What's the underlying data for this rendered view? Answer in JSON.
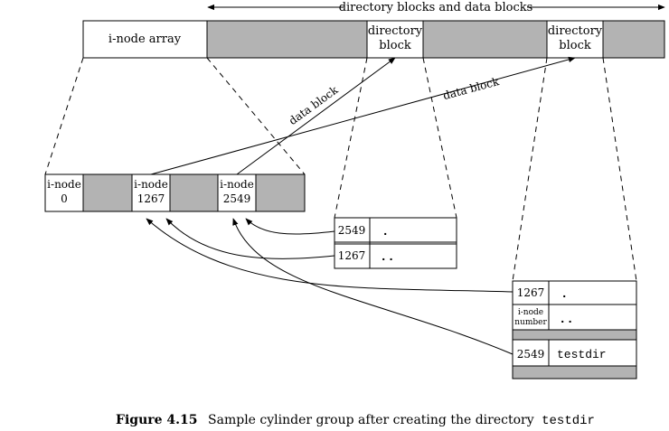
{
  "top_span_label": "directory blocks and data blocks",
  "top_row": {
    "inode_array_label": "i-node array",
    "directory_block_1": [
      "directory",
      "block"
    ],
    "directory_block_2": [
      "directory",
      "block"
    ]
  },
  "inode_row": {
    "inode0": [
      "i-node",
      "0"
    ],
    "inode1267": [
      "i-node",
      "1267"
    ],
    "inode2549": [
      "i-node",
      "2549"
    ]
  },
  "arrow_labels": {
    "data_block_1": "data block",
    "data_block_2": "data block"
  },
  "dir_block_a": {
    "entries": [
      {
        "inode": "2549",
        "name": "."
      },
      {
        "inode": "1267",
        "name": ".."
      }
    ]
  },
  "dir_block_b": {
    "entries": [
      {
        "inode": "1267",
        "name": "."
      },
      {
        "inode_label": [
          "i-node",
          "number"
        ],
        "name": ".."
      },
      {
        "inode": "2549",
        "name": "testdir"
      }
    ]
  },
  "caption": {
    "label": "Figure 4.15",
    "text": "Sample cylinder group after creating the directory",
    "code": "testdir"
  },
  "colors": {
    "shade": "#b3b3b3",
    "line": "#000000"
  }
}
